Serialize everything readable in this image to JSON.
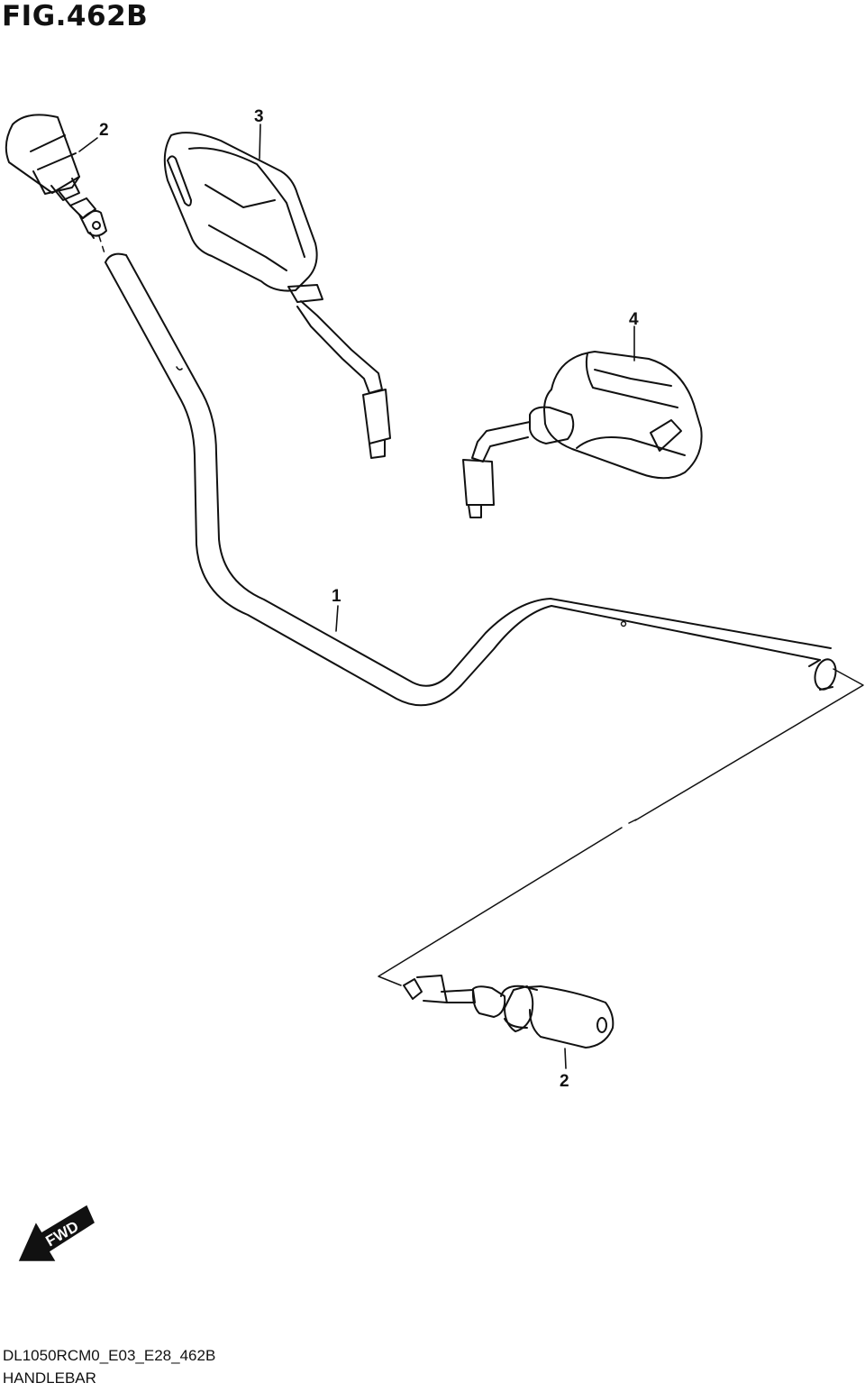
{
  "figure": {
    "title": "FIG.462B",
    "code": "DL1050RCM0_E03_E28_462B",
    "name": "HANDLEBAR"
  },
  "callouts": {
    "handlebar": "1",
    "balancer_upper": "2",
    "mirror_right": "3",
    "mirror_left": "4",
    "balancer_lower": "2"
  },
  "direction_marker": {
    "label": "FWD"
  },
  "colors": {
    "line": "#111111",
    "background": "#ffffff"
  }
}
